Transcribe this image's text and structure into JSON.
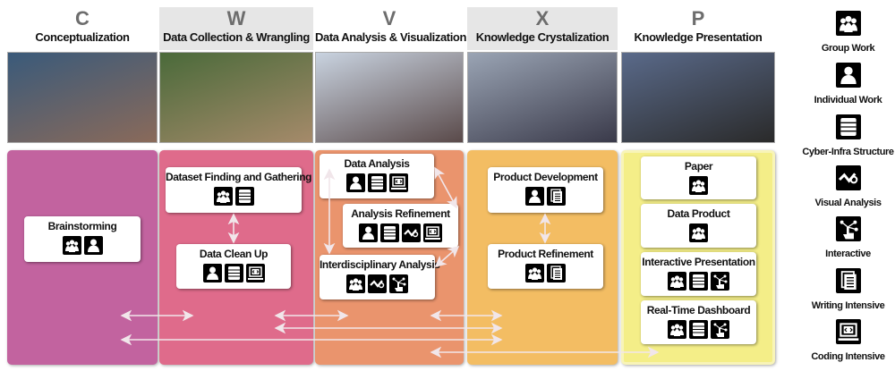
{
  "stages": [
    {
      "letter": "C",
      "name": "Conceptualization",
      "color": "#c2639f",
      "header_gray": false
    },
    {
      "letter": "W",
      "name": "Data Collection & Wrangling",
      "color": "#df6b8b",
      "header_gray": true
    },
    {
      "letter": "V",
      "name": "Data Analysis & Visualization",
      "color": "#ea946d",
      "header_gray": false
    },
    {
      "letter": "X",
      "name": "Knowledge Crystalization",
      "color": "#f3bd63",
      "header_gray": true
    },
    {
      "letter": "P",
      "name": "Knowledge Presentation",
      "color": "#f4ee88",
      "header_gray": false
    }
  ],
  "tasks": [
    {
      "label": "Brainstorming",
      "icons": [
        "group",
        "individual"
      ]
    },
    {
      "label": "Dataset Finding and Gathering",
      "icons": [
        "group",
        "cyber"
      ]
    },
    {
      "label": "Data Clean Up",
      "icons": [
        "individual",
        "cyber",
        "coding"
      ]
    },
    {
      "label": "Data Analysis",
      "icons": [
        "individual",
        "cyber",
        "coding"
      ]
    },
    {
      "label": "Analysis Refinement",
      "icons": [
        "individual",
        "cyber",
        "visual",
        "coding"
      ]
    },
    {
      "label": "Interdisciplinary Analysis",
      "icons": [
        "group",
        "visual",
        "interactive"
      ]
    },
    {
      "label": "Product Development",
      "icons": [
        "individual",
        "writing"
      ]
    },
    {
      "label": "Product Refinement",
      "icons": [
        "group",
        "writing"
      ]
    },
    {
      "label": "Paper",
      "icons": [
        "group"
      ]
    },
    {
      "label": "Data Product",
      "icons": [
        "group"
      ]
    },
    {
      "label": "Interactive Presentation",
      "icons": [
        "group",
        "cyber",
        "interactive"
      ]
    },
    {
      "label": "Real-Time Dashboard",
      "icons": [
        "group",
        "cyber",
        "interactive"
      ]
    }
  ],
  "legend": [
    {
      "icon": "group",
      "label": "Group Work"
    },
    {
      "icon": "individual",
      "label": "Individual Work"
    },
    {
      "icon": "cyber",
      "label": "Cyber-Infra Structure"
    },
    {
      "icon": "visual",
      "label": "Visual Analysis"
    },
    {
      "icon": "interactive",
      "label": "Interactive"
    },
    {
      "icon": "writing",
      "label": "Writing Intensive"
    },
    {
      "icon": "coding",
      "label": "Coding Intensive"
    }
  ]
}
